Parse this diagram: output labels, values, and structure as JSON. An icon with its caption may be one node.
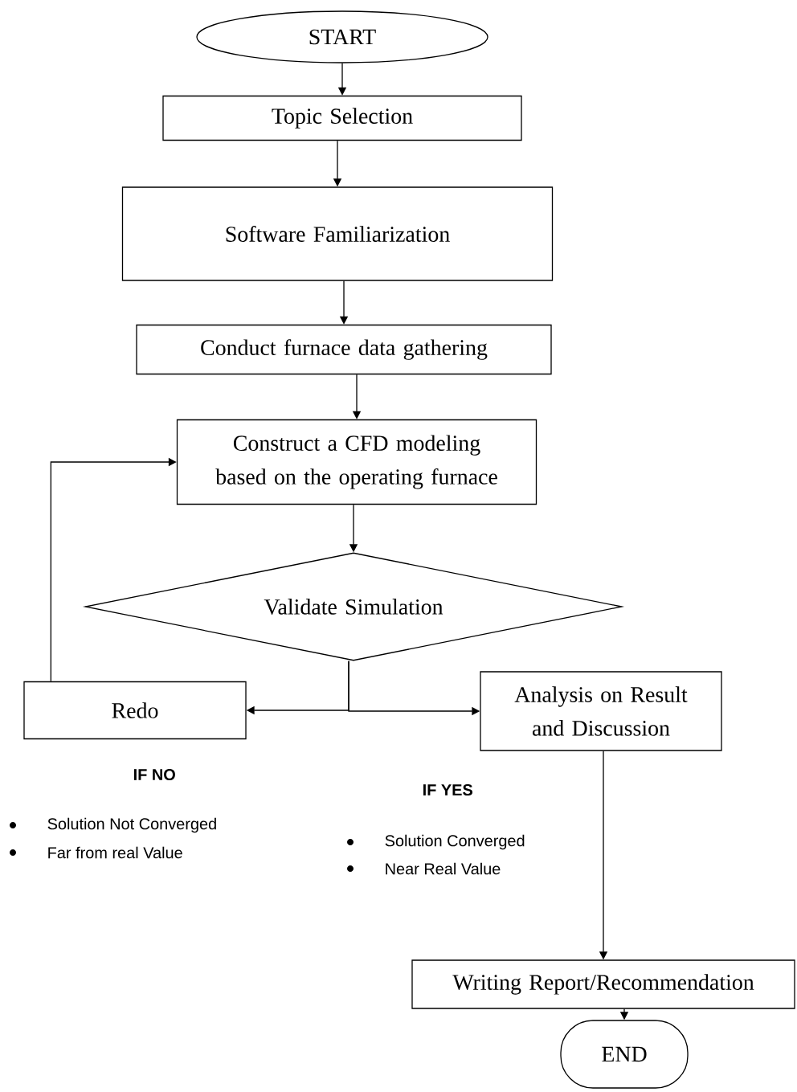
{
  "diagram": {
    "nodes": [
      {
        "text": [
          "START"
        ]
      },
      {
        "text": [
          "Topic Selection"
        ]
      },
      {
        "text": [
          "Software Familiarization"
        ]
      },
      {
        "text": [
          "Conduct furnace data gathering"
        ]
      },
      {
        "text": [
          "Construct a CFD modeling based on the operating furnace"
        ]
      },
      {
        "text": [
          "Validate Simulation"
        ]
      },
      {
        "text": [
          "Redo"
        ]
      },
      {
        "text": [
          "Analysis on Result and Discussion"
        ]
      },
      {
        "text": [
          "Writing Report/Recommendation"
        ]
      },
      {
        "text": [
          "END"
        ]
      }
    ],
    "edges": [
      {
        "from": 0,
        "to": 1,
        "arrow": "to"
      },
      {
        "from": 1,
        "to": 2,
        "arrow": "to"
      },
      {
        "from": 2,
        "to": 3,
        "arrow": "to"
      },
      {
        "from": 3,
        "to": 4,
        "arrow": "to"
      },
      {
        "from": 4,
        "to": 5,
        "arrow": "to"
      },
      {
        "from": 5,
        "to": 6,
        "arrow": "to"
      },
      {
        "from": 5,
        "to": 7,
        "arrow": "to"
      },
      {
        "from": 6,
        "to": 4,
        "arrow": "to"
      },
      {
        "from": 7,
        "to": 8,
        "arrow": "to"
      },
      {
        "from": 8,
        "to": 9,
        "arrow": "to"
      }
    ],
    "labels": [
      "IF NO",
      "Solution Not Converged",
      "Far from real Value",
      "IF YES",
      "Solution Converged",
      "Near Real Value"
    ]
  }
}
